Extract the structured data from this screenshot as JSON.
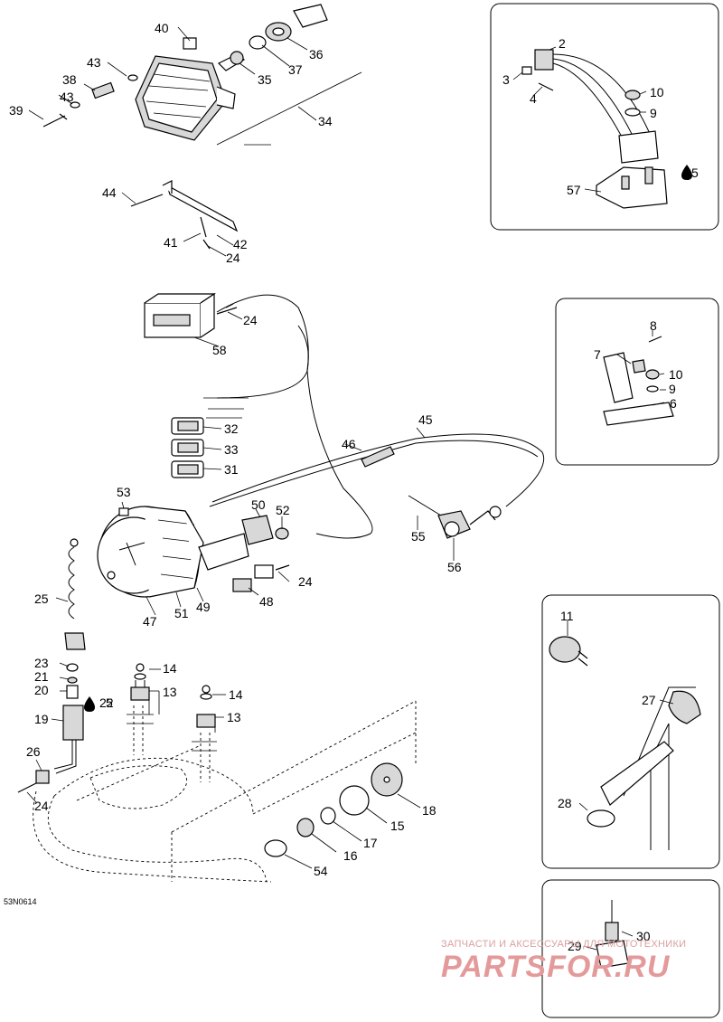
{
  "diagram": {
    "code": "53N0614",
    "callouts": {
      "n1": "2",
      "n2": "3",
      "n3": "4",
      "n4": "5",
      "n5": "6",
      "n6": "7",
      "n7": "8",
      "n8": "9",
      "n9": "10",
      "n10": "11",
      "n11": "13",
      "n12": "14",
      "n13": "15",
      "n14": "16",
      "n15": "17",
      "n16": "18",
      "n17": "19",
      "n18": "20",
      "n19": "21",
      "n20": "22",
      "n21": "23",
      "n22": "24",
      "n23": "25",
      "n24": "26",
      "n25": "27",
      "n26": "28",
      "n27": "29",
      "n28": "30",
      "n29": "31",
      "n30": "32",
      "n31": "33",
      "n32": "34",
      "n33": "35",
      "n34": "36",
      "n35": "37",
      "n36": "38",
      "n37": "39",
      "n38": "40",
      "n39": "41",
      "n40": "42",
      "n41": "43",
      "n42": "44",
      "n43": "45",
      "n44": "46",
      "n45": "47",
      "n46": "48",
      "n47": "49",
      "n48": "50",
      "n49": "51",
      "n50": "52",
      "n51": "53",
      "n52": "54",
      "n53": "55",
      "n54": "56",
      "n55": "57",
      "n56": "58"
    }
  },
  "watermark": {
    "caption": "ЗАПЧАСТИ И АКСЕССУАРЫ ДЛЯ МОТОТЕХНИКИ",
    "brand": "PARTSFOR.RU"
  }
}
